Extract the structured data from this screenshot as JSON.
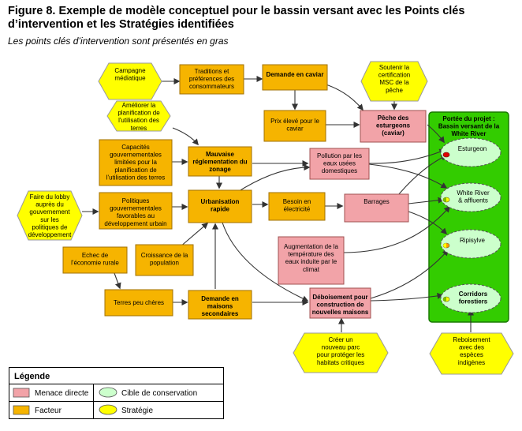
{
  "figure": {
    "title": "Figure 8.  Exemple de modèle conceptuel pour le bassin versant avec les Points clés d’intervention et les Stratégies identifiées",
    "subtitle": "Les points clés d’intervention sont présentés en gras"
  },
  "nodes": {
    "campagne": "Campagne|médiatique",
    "traditions": "Traditions et|préférences des|consommateurs",
    "demande_caviar": "Demande en caviar",
    "soutenir_msc": "Soutenir la|certification|MSC de la|pêche",
    "prix_eleve": "Prix élevé pour le|caviar",
    "peche": "Pêche des|esturgeons|(caviar)",
    "ameliorer": "Améliorer la|planification de|l'utilisation des|terres",
    "capacites": "Capacités|gouvernementales|limitées pour la|planification de|l'utilisation des terres",
    "mauvaise": "Mauvaise|réglementation du|zonage",
    "pollution": "Pollution par les|eaux usées|domestiques",
    "lobby": "Faire du lobby|auprès du|gouvernement|sur les|politiques de|développement",
    "politiques": "Politiques|gouvernementales|favorables au|développement urbain",
    "urbanisation": "Urbanisation|rapide",
    "besoin": "Besoin en|électricité",
    "barrages": "Barrages",
    "augmentation": "Augmentation de la|température des|eaux induite par le|climat",
    "echec": "Echec de|l'économie rurale",
    "croissance": "Croissance de la|population",
    "terres": "Terres peu chères",
    "demande_maisons": "Demande en|maisons|secondaires",
    "deboisement": "Déboisement pour|construction de|nouvelles maisons",
    "creer_parc": "Créer un|nouveau parc|pour protéger les|habitats critiques",
    "reboisement": "Reboisement|avec des|espèces|indigènes"
  },
  "scope": {
    "title": "Portée du projet :|Bassin versant de la|White River",
    "targets": {
      "esturgeon": "Esturgeon",
      "white_river": "White River|& affluents",
      "ripisylve": "Ripisylve",
      "corridors": "Corridors|forestiers"
    }
  },
  "legend": {
    "title": "Légende",
    "menace": "Menace directe",
    "cible": "Cible de conservation",
    "facteur": "Facteur",
    "strategie": "Stratégie"
  },
  "colors": {
    "threat": "#f2a3a8",
    "factor": "#f6b400",
    "strategy": "#ffff00",
    "target": "#ccffcc",
    "scope": "#33cc00"
  }
}
